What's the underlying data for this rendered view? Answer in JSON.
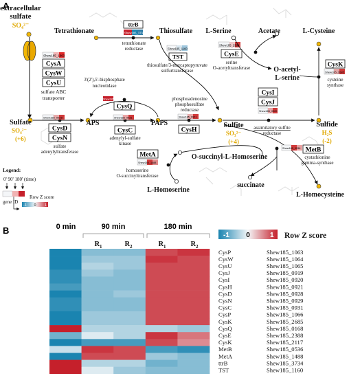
{
  "panel_a": {
    "label": "A",
    "extracellular": [
      "extracellular",
      "sulfate"
    ],
    "so4": "SO₄²⁻",
    "metabolites": {
      "tetrathionate": "Tetrathionate",
      "thiosulfate": "Thiosulfate",
      "l_serine": "L-Serine",
      "acetate": "Acetate",
      "l_cysteine": "L-Cysteine",
      "o_acetyl": [
        "O-acetyl-",
        "L-serine"
      ],
      "sulfate": "Sulfate",
      "aps": "APS",
      "paps": "PAPS",
      "sulfite": "Sulfite",
      "sulfide": "Sulfide",
      "o_succinyl": "O-succinyl-L-Homoserine",
      "l_homoserine": "L-Homoserine",
      "succinate": "succinate",
      "l_homocysteine": "L-Homocysteine"
    },
    "charges": {
      "sulfate": "(+6)",
      "sulfite": "(+4)",
      "sulfide": "(-2)"
    },
    "ions": {
      "so4": "SO₄²⁻",
      "so3": "SO₃²⁻",
      "h2s": "H₂S"
    },
    "genes": {
      "ttrB": "ttrB",
      "cysA": "CysA",
      "cysW": "CysW",
      "cysU": "CysU",
      "cysQ": "CysQ",
      "cysD": "CysD",
      "cysN": "CysN",
      "cysC": "CysC",
      "cysH": "CysH",
      "tst": "TST",
      "cysE": "CysE",
      "cysI": "CysI",
      "cysJ": "CysJ",
      "cysK": "CysK",
      "metA": "MetA",
      "metB": "MetB"
    },
    "enzymes": {
      "ttr": [
        "tetrathionate",
        "reductase"
      ],
      "tst": [
        "thiosulfate/3-mercaptopyruvate",
        "sulfurtransferase"
      ],
      "abc": [
        "sulfate ABC",
        "transporter"
      ],
      "cysq": [
        "3'(2'),5'-bisphosphate",
        "nucleotidase"
      ],
      "adenylyl": [
        "sulfate",
        "adenylyltransferase"
      ],
      "kinase": [
        "adenylyl-sulfate",
        "kinase"
      ],
      "paps_red": [
        "phosphoadenosine",
        "phosphosulfate",
        "reductase"
      ],
      "cyse": [
        "serine",
        "O-acetyltransferase"
      ],
      "sir": [
        "assimilatory sulfite",
        "reductase"
      ],
      "cysk": [
        "cysteine",
        "synthase"
      ],
      "meta": [
        "homoserine",
        "O-succinyltransferase"
      ],
      "metb": [
        "cystathionine",
        "gamma-synthase"
      ]
    },
    "legend": {
      "title": "Legend:",
      "times": "0'  90' 180' (time)",
      "gene_id": "gene ID",
      "scale_label": "Row Z score",
      "scale_min": "-1",
      "scale_mid": "0",
      "scale_max": "1"
    },
    "mini_ids": {
      "cysA": "Shew185_1063",
      "ttrB": "Shew185_3734",
      "tst": "Shew185_1160",
      "cysE": "Shew185_2388",
      "cysQ": "Shew185_0168",
      "cysI": "Shew185_0920",
      "cysJ": "Shew185_0919",
      "cysK": "Shew185_2685",
      "cysD": "Shew185_0928",
      "cysC": "Shew185_0931",
      "cysH": "Shew185_0921",
      "metA": "Shew185_1488",
      "metB": "Shew185_0536"
    }
  },
  "panel_b": {
    "label": "B",
    "header_0": "0 min",
    "header_90": "90 min",
    "header_180": "180 min",
    "replicates": [
      "R",
      "R"
    ],
    "replicate_subs": [
      "1",
      "2"
    ],
    "scale_title": "Row Z score",
    "scale_min": "-1",
    "scale_mid": "0",
    "scale_max": "1",
    "colors": {
      "low": "#1a84b0",
      "mid": "#f4f6f8",
      "high": "#c5202b"
    }
  },
  "chart_data": {
    "type": "heatmap",
    "columns": [
      "0 min",
      "90 min R1",
      "90 min R2",
      "180 min R1",
      "180 min R2"
    ],
    "rows": [
      {
        "gene": "CysP",
        "id": "Shew185_1063",
        "values": [
          -1.0,
          -0.5,
          -0.5,
          0.8,
          0.9
        ]
      },
      {
        "gene": "CysW",
        "id": "Shew185_1064",
        "values": [
          -1.0,
          -0.4,
          -0.4,
          0.9,
          0.8
        ]
      },
      {
        "gene": "CysU",
        "id": "Shew185_1065",
        "values": [
          -1.0,
          -0.3,
          -0.4,
          0.8,
          0.8
        ]
      },
      {
        "gene": "CysJ",
        "id": "Shew185_0919",
        "values": [
          -0.9,
          -0.4,
          -0.5,
          0.8,
          0.8
        ]
      },
      {
        "gene": "CysI",
        "id": "Shew185_0920",
        "values": [
          -0.9,
          -0.5,
          -0.5,
          0.8,
          0.8
        ]
      },
      {
        "gene": "CysH",
        "id": "Shew185_0921",
        "values": [
          -0.8,
          -0.5,
          -0.5,
          0.8,
          0.8
        ]
      },
      {
        "gene": "CysD",
        "id": "Shew185_0928",
        "values": [
          -1.0,
          -0.5,
          -0.4,
          0.8,
          0.8
        ]
      },
      {
        "gene": "CysN",
        "id": "Shew185_0929",
        "values": [
          -0.9,
          -0.5,
          -0.5,
          0.8,
          0.8
        ]
      },
      {
        "gene": "CysC",
        "id": "Shew185_0931",
        "values": [
          -0.9,
          -0.5,
          -0.5,
          0.8,
          0.8
        ]
      },
      {
        "gene": "CysP",
        "id": "Shew185_1066",
        "values": [
          -1.0,
          -0.4,
          -0.4,
          0.8,
          0.8
        ]
      },
      {
        "gene": "CysK",
        "id": "Shew185_2685",
        "values": [
          -1.0,
          -0.4,
          -0.4,
          0.8,
          0.8
        ]
      },
      {
        "gene": "CysQ",
        "id": "Shew185_0168",
        "values": [
          1.0,
          -0.3,
          -0.3,
          -0.3,
          -0.4
        ]
      },
      {
        "gene": "CysE",
        "id": "Shew185_2388",
        "values": [
          -0.6,
          -0.1,
          -0.3,
          0.9,
          0.6
        ]
      },
      {
        "gene": "CysK",
        "id": "Shew185_2117",
        "values": [
          -1.0,
          -0.8,
          -0.8,
          0.8,
          0.5
        ]
      },
      {
        "gene": "MetB",
        "id": "Shew185_0536",
        "values": [
          -0.2,
          0.9,
          0.8,
          -0.8,
          -0.9
        ]
      },
      {
        "gene": "MetA",
        "id": "Shew185_1488",
        "values": [
          -1.0,
          0.8,
          0.8,
          -0.4,
          -0.5
        ]
      },
      {
        "gene": "ttrB",
        "id": "Shew185_3734",
        "values": [
          1.0,
          -0.3,
          -0.3,
          -0.6,
          -0.5
        ]
      },
      {
        "gene": "TST",
        "id": "Shew185_1160",
        "values": [
          1.0,
          -0.1,
          -0.4,
          -0.5,
          -0.5
        ]
      }
    ],
    "scale_range": [
      -1,
      1
    ]
  }
}
